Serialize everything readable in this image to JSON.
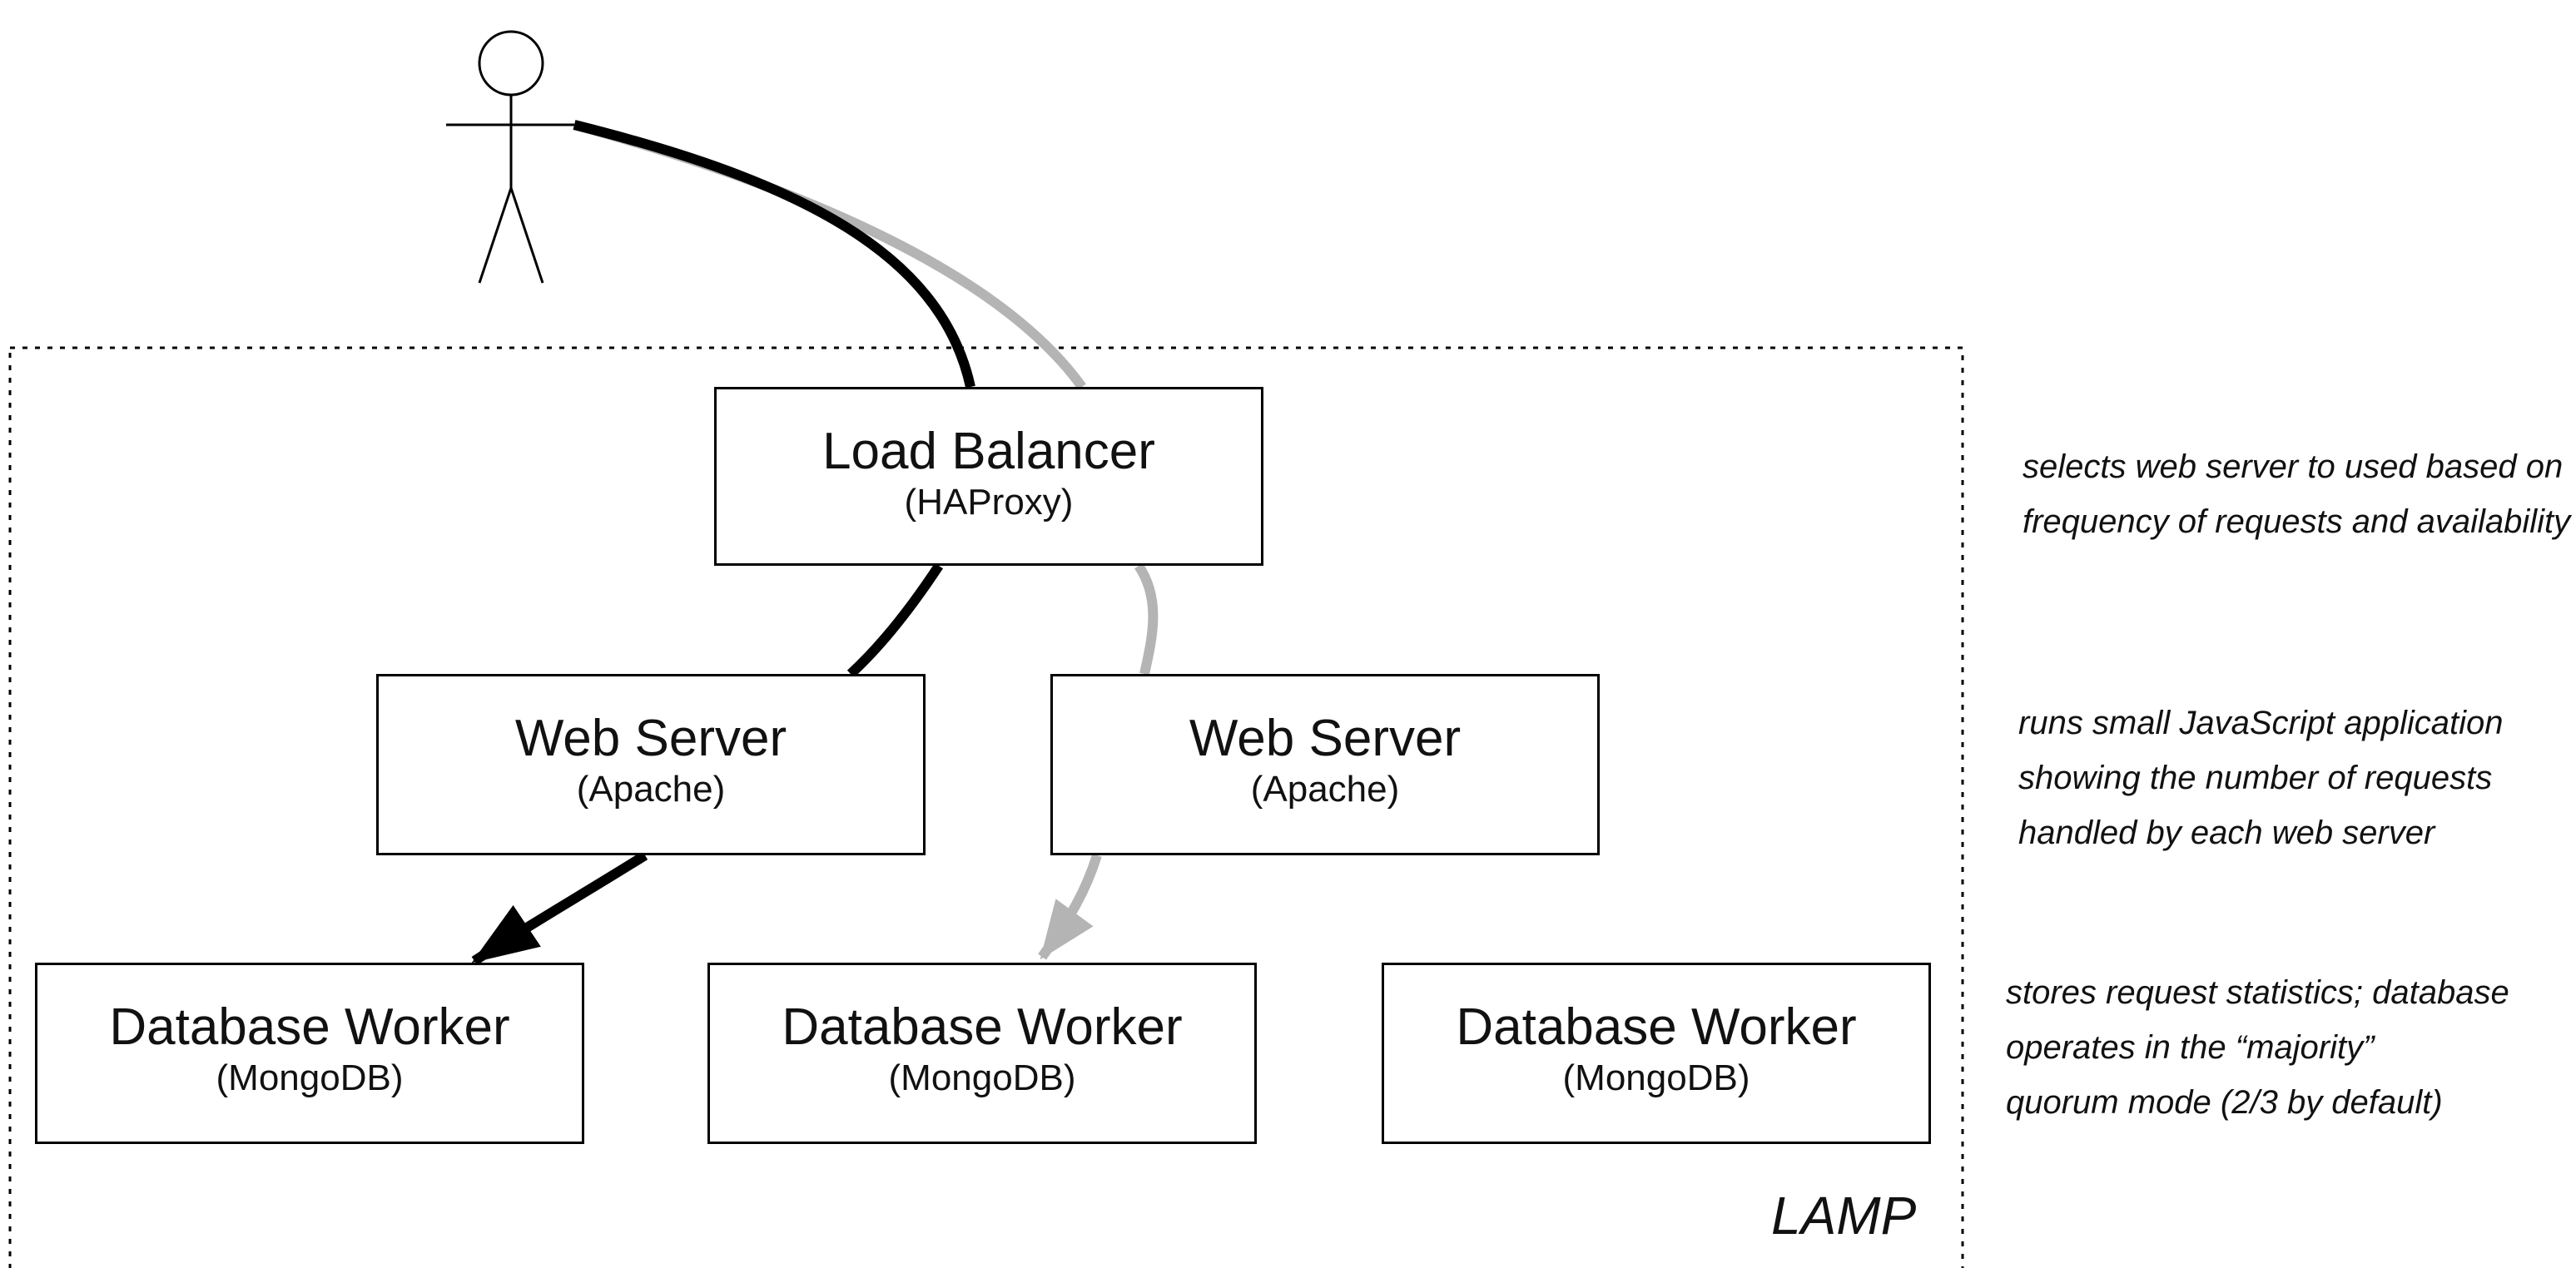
{
  "region": {
    "label": "LAMP"
  },
  "nodes": {
    "load_balancer": {
      "title": "Load Balancer",
      "subtitle": "(HAProxy)"
    },
    "web_server_1": {
      "title": "Web Server",
      "subtitle": "(Apache)"
    },
    "web_server_2": {
      "title": "Web Server",
      "subtitle": "(Apache)"
    },
    "db_worker_1": {
      "title": "Database Worker",
      "subtitle": "(MongoDB)"
    },
    "db_worker_2": {
      "title": "Database Worker",
      "subtitle": "(MongoDB)"
    },
    "db_worker_3": {
      "title": "Database Worker",
      "subtitle": "(MongoDB)"
    }
  },
  "annotations": {
    "load_balancer": [
      "selects web server to used based on",
      "frequency of requests and availability"
    ],
    "web_servers": [
      "runs small JavaScript application",
      "showing the number of requests",
      "handled by each web server"
    ],
    "db_workers": [
      "stores request statistics; database",
      "operates in the “majority”",
      "quorum mode (2/3 by default)"
    ]
  },
  "icons": {
    "user": "user-stick-figure-icon"
  },
  "colors": {
    "primary_path": "#000000",
    "secondary_path": "#b4b4b4",
    "box_border": "#000000"
  }
}
